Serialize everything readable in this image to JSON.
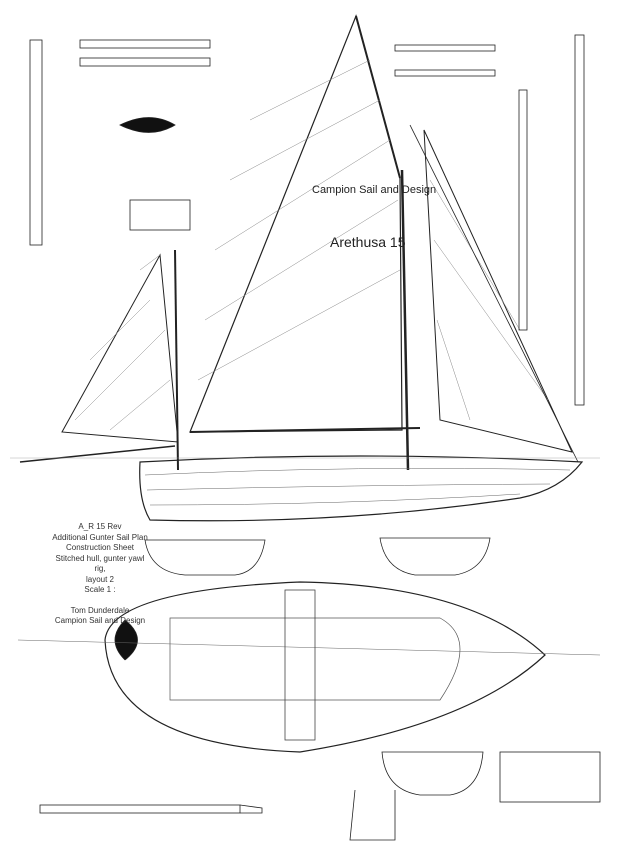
{
  "drawing": {
    "designer_label": "Campion Sail and Design",
    "boat_name": "Arethusa 15"
  },
  "title_block": {
    "lines": [
      "A_R 15 Rev",
      "Additional Gunter Sail Plan",
      "Construction Sheet",
      "Stitched hull, gunter yawl",
      "rig,",
      "layout 2",
      "Scale 1 :"
    ],
    "author": "Tom Dunderdale",
    "company": "Campion Sail and Design"
  },
  "colors": {
    "line": "#222222",
    "leader": "#2a9d8f"
  }
}
